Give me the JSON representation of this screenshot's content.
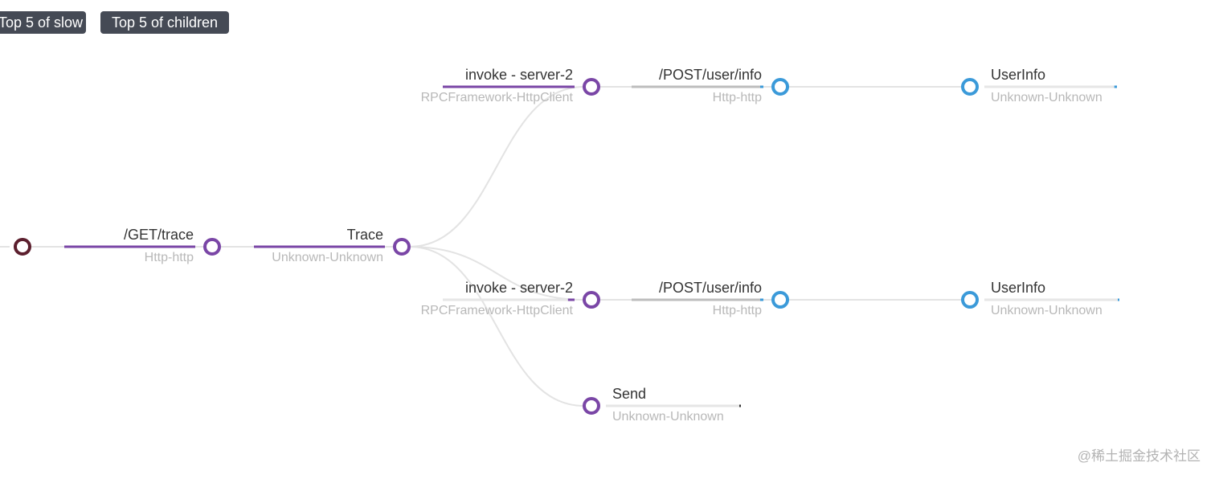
{
  "toolbar": {
    "slow_label": "Top 5 of slow",
    "children_label": "Top 5 of children"
  },
  "colors": {
    "purple": "#7a46a6",
    "blue": "#3b9ad9",
    "root": "#5c1f2e",
    "gray_bar": "#bdbdbd",
    "link": "#e3e3e3"
  },
  "nodes": [
    {
      "id": "root",
      "title": "",
      "subtitle": "",
      "color": "root",
      "fill": 0
    },
    {
      "id": "get-trace",
      "title": "/GET/trace",
      "subtitle": "Http-http",
      "color": "purple",
      "fill": 1.0
    },
    {
      "id": "trace",
      "title": "Trace",
      "subtitle": "Unknown-Unknown",
      "color": "purple",
      "fill": 1.0
    },
    {
      "id": "invoke-1",
      "title": "invoke - server-2",
      "subtitle": "RPCFramework-HttpClient",
      "color": "purple",
      "fill": 1.0
    },
    {
      "id": "post-1",
      "title": "/POST/user/info",
      "subtitle": "Http-http",
      "color": "blue",
      "fill": 1.0
    },
    {
      "id": "userinfo-1",
      "title": "UserInfo",
      "subtitle": "Unknown-Unknown",
      "color": "blue",
      "fill": 0.02
    },
    {
      "id": "invoke-2",
      "title": "invoke - server-2",
      "subtitle": "RPCFramework-HttpClient",
      "color": "purple",
      "fill": 0.05
    },
    {
      "id": "post-2",
      "title": "/POST/user/info",
      "subtitle": "Http-http",
      "color": "blue",
      "fill": 1.0
    },
    {
      "id": "userinfo-2",
      "title": "UserInfo",
      "subtitle": "Unknown-Unknown",
      "color": "blue",
      "fill": 0.01
    },
    {
      "id": "send",
      "title": "Send",
      "subtitle": "Unknown-Unknown",
      "color": "purple",
      "fill": 0.01
    }
  ],
  "watermark": "@稀土掘金技术社区"
}
